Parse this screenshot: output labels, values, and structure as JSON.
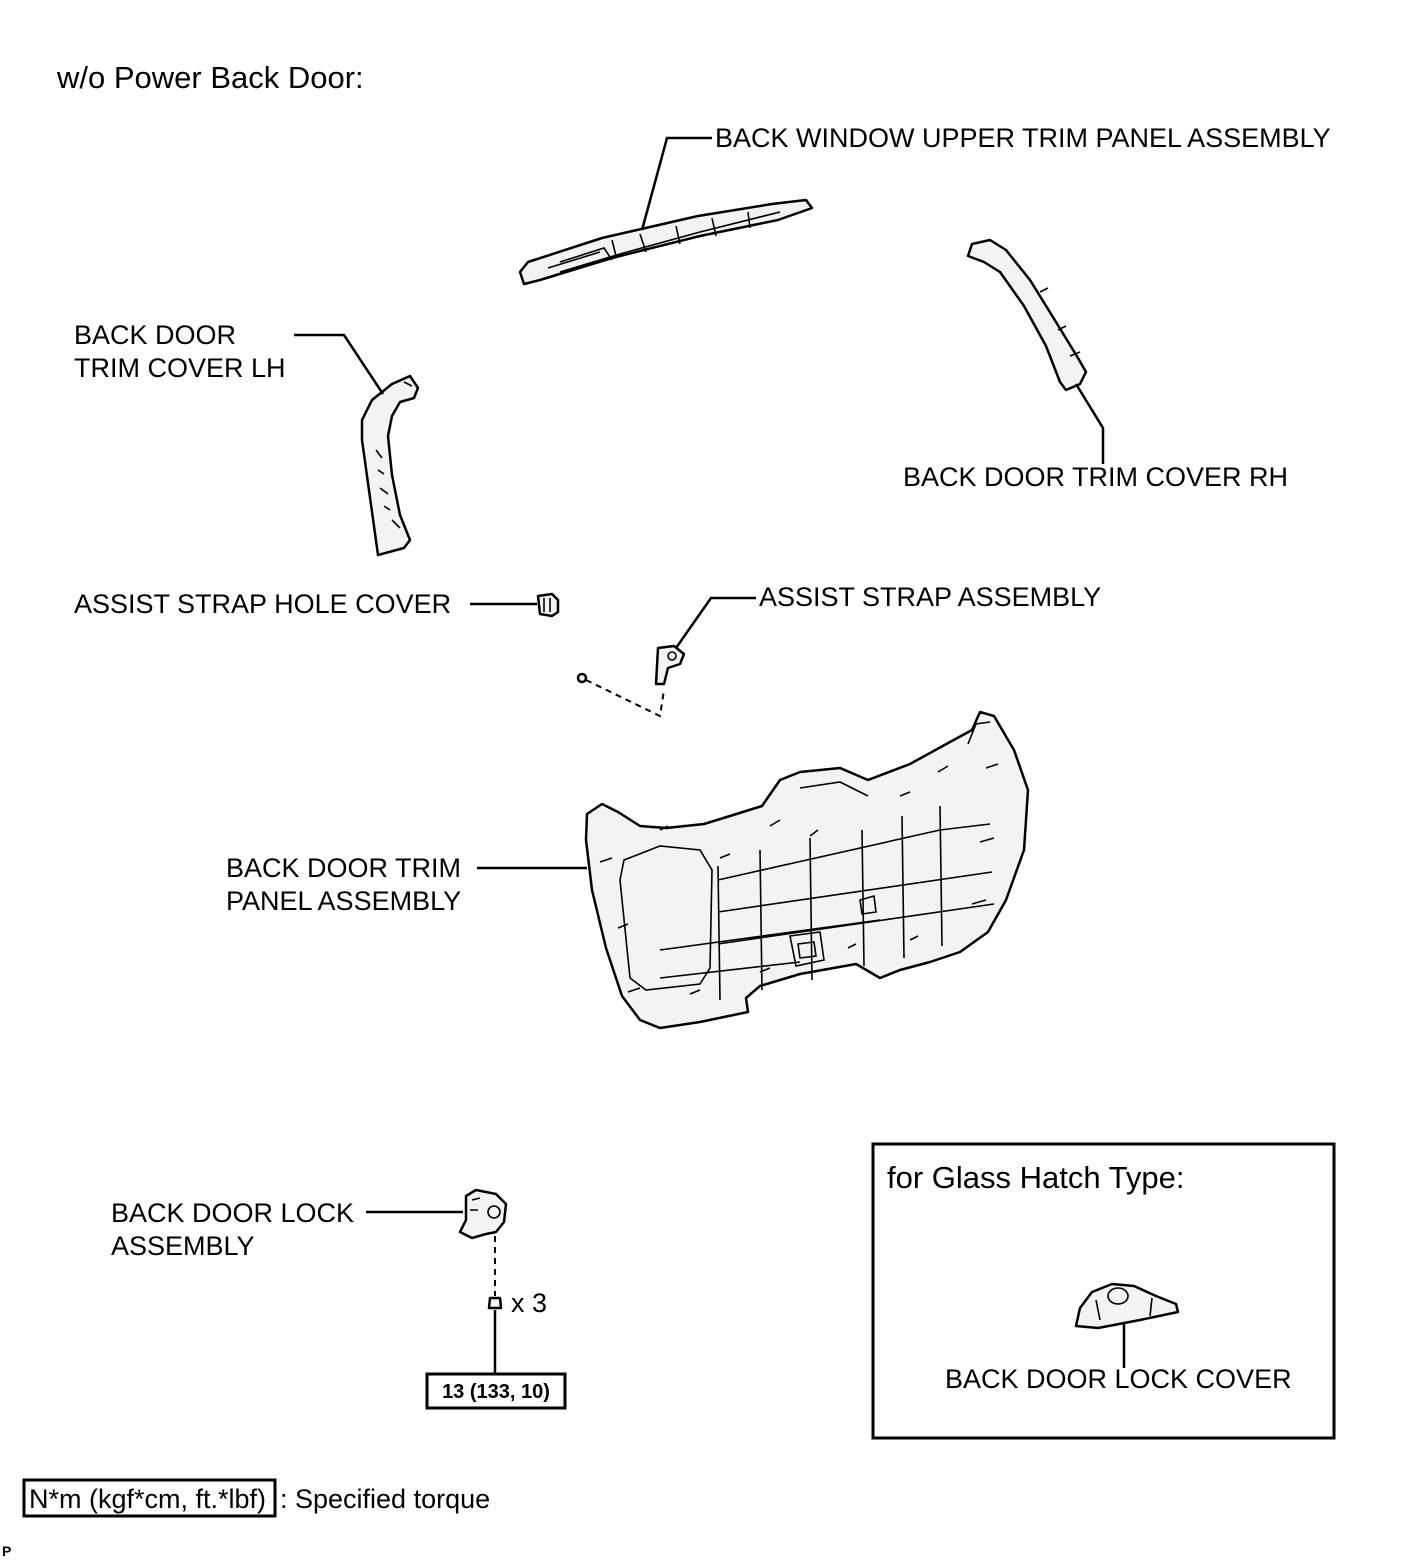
{
  "heading": "w/o Power Back Door:",
  "parts": {
    "window_upper_trim": "BACK WINDOW UPPER TRIM PANEL ASSEMBLY",
    "trim_cover_lh": [
      "BACK DOOR",
      "TRIM COVER LH"
    ],
    "trim_cover_rh": "BACK DOOR TRIM COVER RH",
    "hole_cover": "ASSIST STRAP HOLE COVER",
    "assist_strap": "ASSIST STRAP ASSEMBLY",
    "trim_panel": [
      "BACK DOOR TRIM",
      "PANEL ASSEMBLY"
    ],
    "lock_assembly": [
      "BACK DOOR LOCK",
      "ASSEMBLY"
    ],
    "lock_cover": "BACK DOOR LOCK COVER"
  },
  "bolt_count": "x 3",
  "torque_value": "13 (133, 10)",
  "inset_title": "for Glass Hatch Type:",
  "legend": {
    "units": "N*m (kgf*cm, ft.*lbf)",
    "description": ": Specified torque"
  },
  "corner_mark": "P"
}
